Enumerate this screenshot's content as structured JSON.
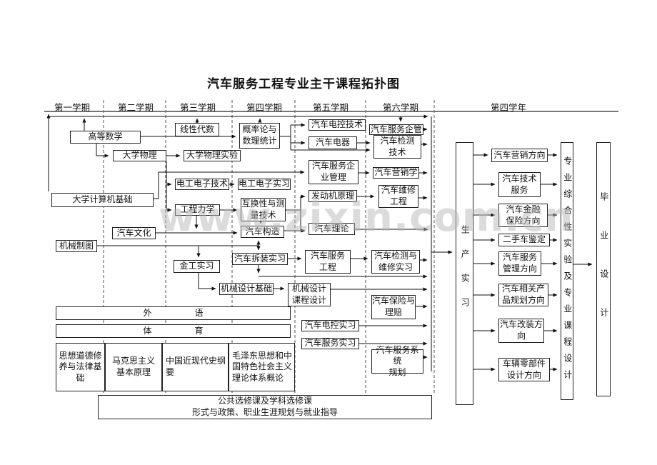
{
  "title": "汽车服务工程专业主干课程拓扑图",
  "watermark": "www.zixin.com.cn",
  "semesters": {
    "s1": "第一学期",
    "s2": "第二学期",
    "s3": "第三学期",
    "s4": "第四学期",
    "s5": "第五学期",
    "s6": "第六学期",
    "y4": "第四学年"
  },
  "courses": {
    "advanced_math": "高等数学",
    "linear_algebra": "线性代数",
    "probability": "概率论与\n数理统计",
    "college_physics": "大学物理",
    "physics_lab": "大学物理实验",
    "computer_basics": "大学计算机基础",
    "electrical_tech": "电工电子技术",
    "electrical_practice": "电工电子实习",
    "engineering_mechanics": "工程力学",
    "interchangeability": "互换性与测\n量技术",
    "auto_culture": "汽车文化",
    "mechanical_drawing": "机械制图",
    "auto_structure": "汽车构造",
    "metalworking": "金工实习",
    "disassembly_practice": "汽车拆装实习",
    "machine_design_basics": "机械设计基础",
    "machine_design_course": "机械设计\n课程设计",
    "auto_econtrol_tech": "汽车电控技术",
    "auto_electrics": "汽车电器",
    "service_enterprise_mgmt": "汽车服务企\n业管理",
    "engine_principle": "发动机原理",
    "auto_theory": "汽车理论",
    "auto_service_engineering": "汽车服务\n工程",
    "auto_econtrol_practice": "汽车电控实习",
    "auto_service_practice": "汽车服务实习",
    "service_enterprise_brief": "汽车服务企管",
    "inspection_tech": "汽车检测\n技术",
    "auto_marketing": "汽车营销学",
    "maintenance_engineering": "汽车维修\n工程",
    "inspection_maintenance_practice": "汽车检测与\n维修实习",
    "insurance_claims": "汽车保险与\n理赔",
    "service_system_planning": "汽车服务系统\n规划"
  },
  "year4": {
    "production_practice": "生产实习",
    "marketing_direction": "汽车营销方向",
    "tech_service": "汽车技术\n服务",
    "finance_insurance": "汽车金融\n保险方向",
    "used_car_appraisal": "二手车鉴定",
    "service_mgmt_direction": "汽车服务\n管理方向",
    "related_products": "汽车相关产\n品规划方向",
    "modification_direction": "汽车改装方\n向",
    "parts_design_direction": "车辆零部件\n设计方向",
    "comprehensive_experiment": "专业综合性实验及专业课程设计",
    "graduation_design": "毕业设计"
  },
  "general": {
    "foreign_language": "外　　　　　语",
    "pe": "体　　　　　育",
    "ideology": "思想道德修\n养与法律基\n础",
    "marxism": "马克思主义\n基本原理",
    "modern_history": "中国近现代史纲\n要",
    "mao_thought": "毛泽东思想和中\n国特色社会主义\n理论体系概论",
    "electives": "公共选修课及学科选修课\n形式与政策、职业生涯规划与就业指导"
  }
}
